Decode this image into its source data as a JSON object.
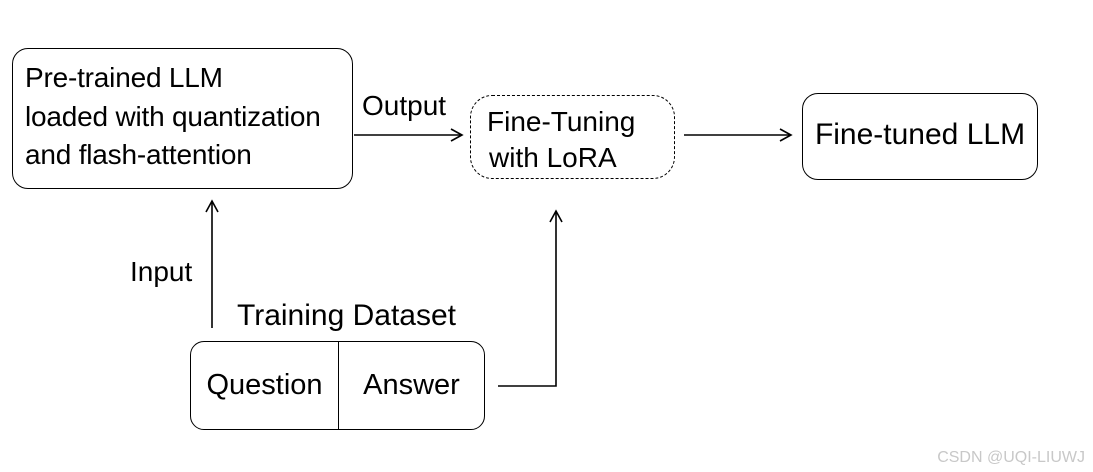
{
  "diagram": {
    "pretrained_box": {
      "lines": [
        "Pre-trained LLM",
        "loaded with quantization",
        "and flash-attention"
      ]
    },
    "finetuning_box": {
      "lines": [
        "Fine-Tuning",
        "with LoRA"
      ]
    },
    "final_box": {
      "label": "Fine-tuned LLM"
    },
    "dataset": {
      "title": "Training Dataset",
      "columns": [
        "Question",
        "Answer"
      ]
    },
    "edges": {
      "output_label": "Output",
      "input_label": "Input"
    }
  },
  "watermark": "CSDN @UQI-LIUWJ"
}
